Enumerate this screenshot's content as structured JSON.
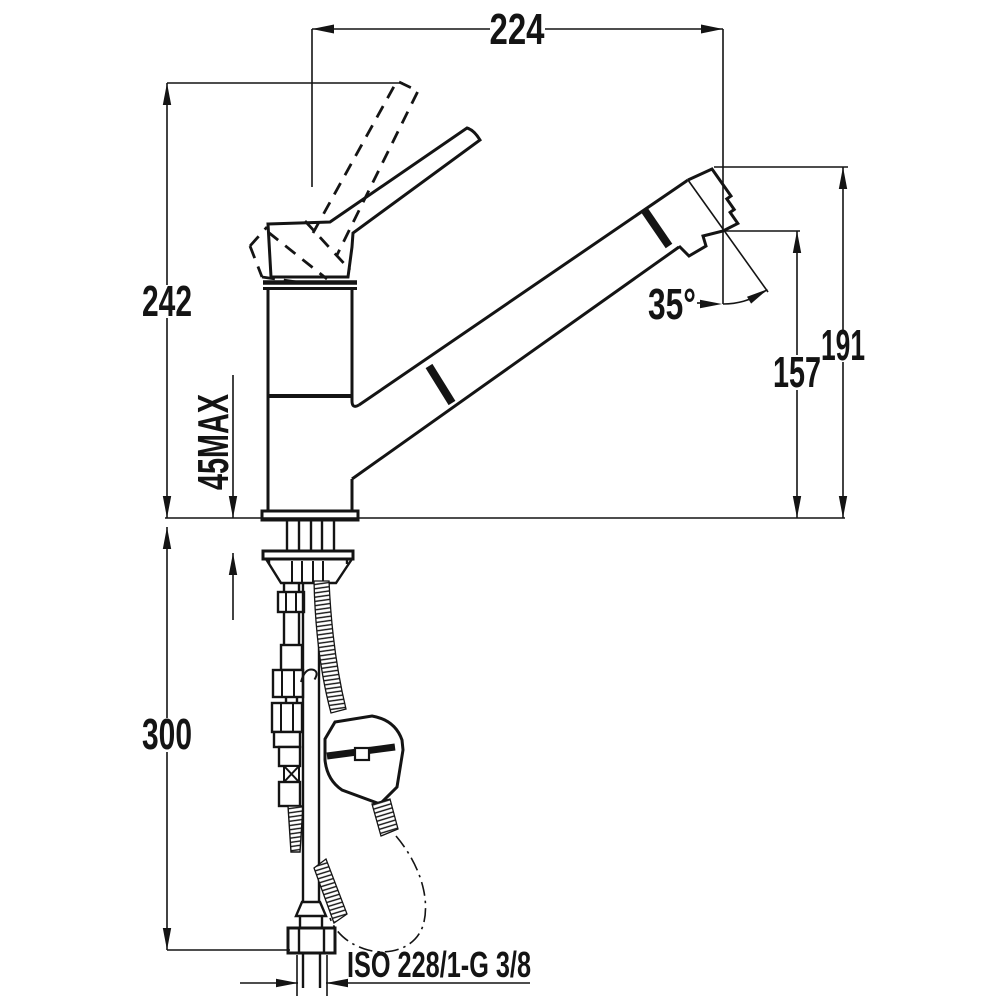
{
  "drawing": {
    "type": "faucet-installation-technical-drawing",
    "stroke_color": "#141414",
    "background": "#ffffff",
    "labels": {
      "top_width": "224",
      "left_height": "242",
      "counter_thickness": "45MAX",
      "spray_angle": "35°",
      "outlet_height": "157",
      "top_height": "191",
      "below_depth": "300",
      "thread_spec": "ISO 228/1-G 3/8"
    }
  }
}
